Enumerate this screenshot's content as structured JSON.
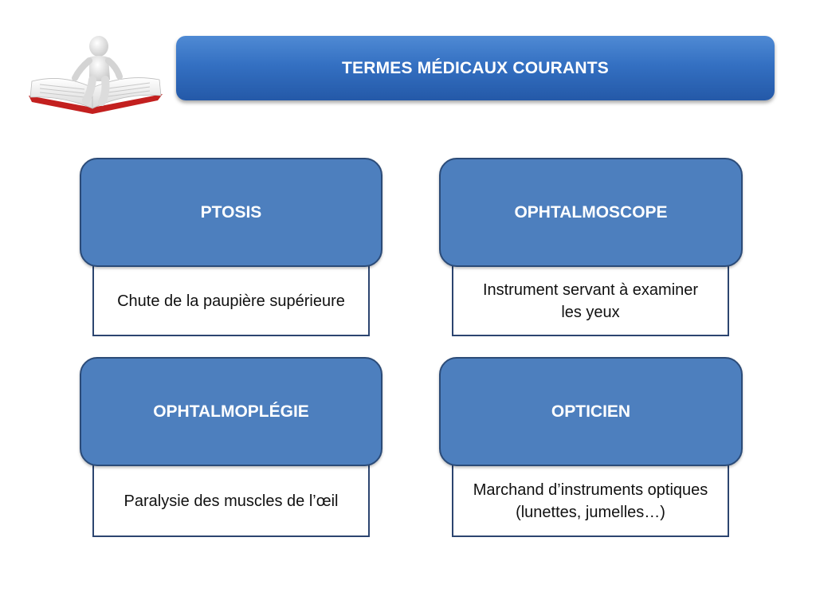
{
  "header": {
    "title": "TERMES MÉDICAUX COURANTS"
  },
  "logo": {
    "icon": "reading-figure-book-icon"
  },
  "cards": [
    {
      "term": "PTOSIS",
      "definition": "Chute de la paupière supérieure"
    },
    {
      "term": "OPHTALMOSCOPE",
      "definition": "Instrument servant à examiner les yeux"
    },
    {
      "term": "OPHTALMOPLÉGIE",
      "definition": "Paralysie des muscles de l’œil"
    },
    {
      "term": "OPTICIEN",
      "definition": "Marchand d’instruments optiques (lunettes, jumelles…)"
    }
  ],
  "colors": {
    "title_bar": "#3470c2",
    "term_box": "#4d7fbe",
    "border": "#2b4b78"
  }
}
